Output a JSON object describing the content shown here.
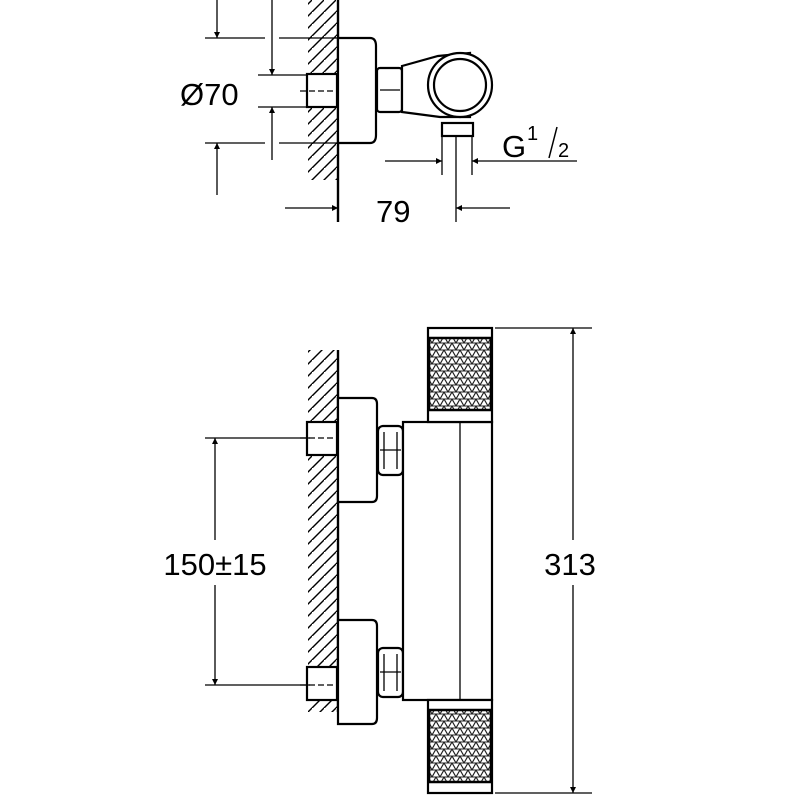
{
  "drawing": {
    "side_view": {
      "diameter_label": "Ø70",
      "thread_label_main": "G",
      "thread_label_num": "1",
      "thread_label_den": "2",
      "depth_label": "79"
    },
    "front_view": {
      "inlet_spacing_label": "150±15",
      "height_label": "313"
    },
    "colors": {
      "line": "#000000",
      "background": "#ffffff"
    }
  }
}
